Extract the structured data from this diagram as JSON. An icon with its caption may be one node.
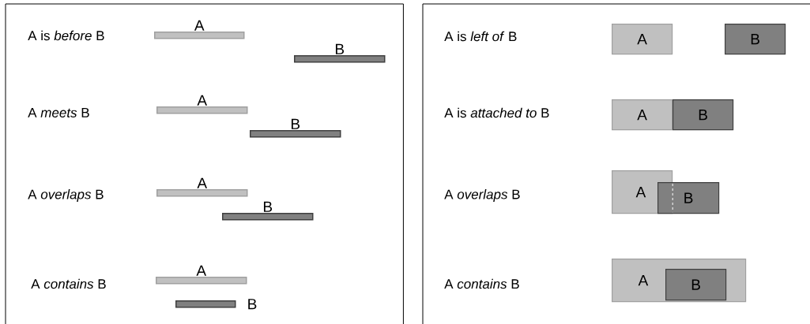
{
  "diagram": {
    "nodes": [
      {
        "text": [],
        "shape": "box"
      },
      {
        "text": [
          "A"
        ],
        "in": 0
      },
      {
        "text": [
          "B"
        ],
        "in": 0
      },
      {
        "text": [
          "A"
        ],
        "in": 0
      },
      {
        "text": [
          "B"
        ],
        "in": 0
      },
      {
        "text": [
          "A"
        ],
        "in": 0
      },
      {
        "text": [
          "B"
        ],
        "in": 0
      },
      {
        "text": [
          "A"
        ],
        "in": 0
      },
      {
        "text": [
          "B"
        ],
        "in": 0
      },
      {
        "text": [],
        "shape": "box"
      },
      {
        "text": [
          "A"
        ],
        "in": 9
      },
      {
        "text": [
          "B"
        ],
        "in": 9
      },
      {
        "text": [
          "A"
        ],
        "in": 9
      },
      {
        "text": [
          "B"
        ],
        "in": 9
      },
      {
        "text": [
          "A"
        ],
        "in": 9
      },
      {
        "text": [
          "B"
        ],
        "in": 9
      },
      {
        "text": [
          "A"
        ],
        "in": 9
      },
      {
        "text": [
          "B"
        ],
        "in": 16
      }
    ],
    "labels": [
      "A is *before* B",
      "A *meets* B",
      "A *overlaps* B",
      "A *contains* B",
      "A is *left of* B",
      "A is *attached to* B",
      "A *overlaps* B",
      "A *contains* B"
    ]
  }
}
